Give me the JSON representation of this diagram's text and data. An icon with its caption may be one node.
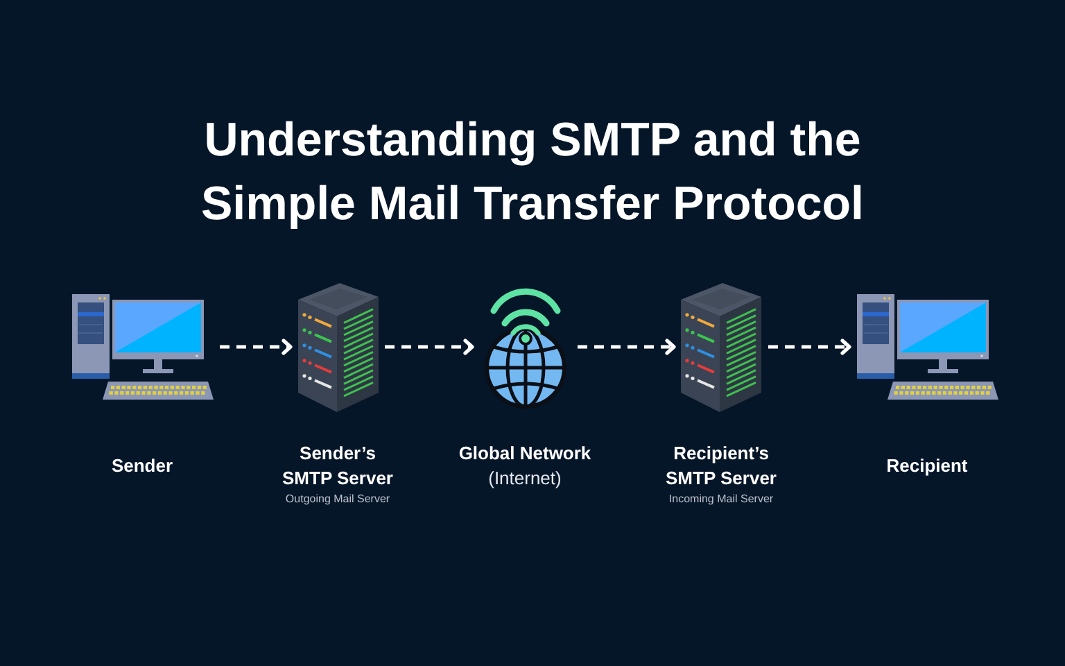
{
  "diagram": {
    "title": "Understanding SMTP and the Simple Mail Transfer Protocol",
    "nodes": [
      {
        "text": [
          "Sender"
        ]
      },
      {
        "text": [
          "Sender’s SMTP Server",
          "Outgoing Mail Server"
        ]
      },
      {
        "text": [
          "Global Network",
          "(Internet)"
        ]
      },
      {
        "text": [
          "Recipient’s SMTP Server",
          "Incoming Mail Server"
        ]
      },
      {
        "text": [
          "Recipient"
        ]
      }
    ],
    "edges": [
      {
        "from": 0,
        "to": 1,
        "arrow": "to",
        "style": "dashed"
      },
      {
        "from": 1,
        "to": 2,
        "arrow": "to",
        "style": "dashed"
      },
      {
        "from": 2,
        "to": 3,
        "arrow": "to",
        "style": "dashed"
      },
      {
        "from": 3,
        "to": 4,
        "arrow": "to",
        "style": "dashed"
      }
    ]
  }
}
